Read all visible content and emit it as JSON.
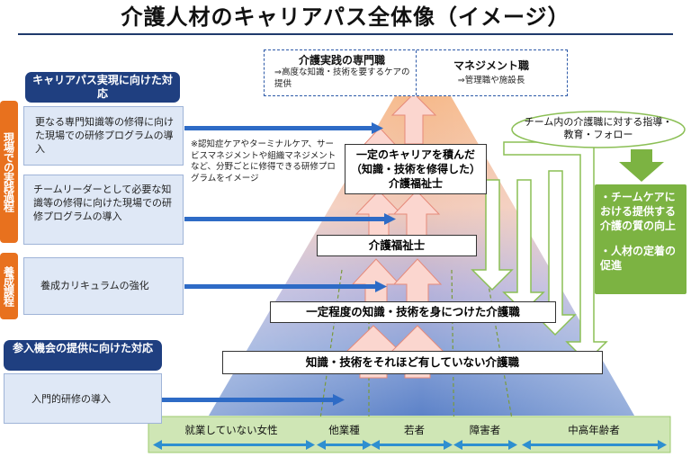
{
  "title": "介護人材のキャリアパス全体像（イメージ）",
  "left_panel": {
    "career_header": "キャリアパス実現に向けた対応",
    "tab_field": "現場での実践過程",
    "tab_training": "養成課程",
    "box1": "更なる専門知識等の修得に向けた現場での研修プログラムの導入",
    "box2": "チームリーダーとして必要な知識等の修得に向けた現場での研修プログラムの導入",
    "box3": "養成カリキュラムの強化",
    "entry_header": "参入機会の提供に向けた対応",
    "box4": "入門的研修の導入"
  },
  "note": "※認知症ケアやターミナルケア、サービスマネジメントや組織マネジメントなど、分野ごとに修得できる研修プログラムをイメージ",
  "top": {
    "practice_title": "介護実践の専門職",
    "practice_desc": "⇒高度な知識・技術を要するケアの提供",
    "mgmt_title": "マネジメント職",
    "mgmt_desc": "⇒管理職や施設長"
  },
  "levels": {
    "l1": "知識・技術をそれほど有していない介護職",
    "l2": "一定程度の知識・技術を身につけた介護職",
    "l3": "介護福祉士",
    "l4": "一定のキャリアを積んだ（知識・技術を修得した）介護福祉士"
  },
  "right": {
    "bubble": "チーム内の介護職に対する指導・教育・フォロー",
    "effect1": "・チームケアにおける提供する介護の質の向上",
    "effect2": "・人材の定着の促進"
  },
  "categories": [
    "就業していない女性",
    "他業種",
    "若者",
    "障害者",
    "中高年齢者"
  ],
  "colors": {
    "navy": "#1f3f80",
    "orange": "#e8711e",
    "green": "#7cb342",
    "arrow_blue": "#2e6bc6"
  }
}
